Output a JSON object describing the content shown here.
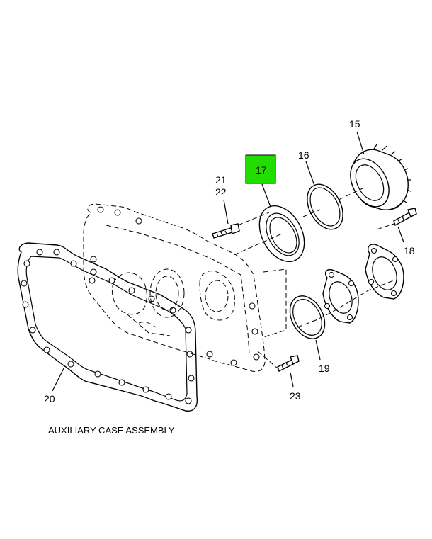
{
  "caption": "AUXILIARY CASE ASSEMBLY",
  "highlight_color": "#22dd00",
  "callouts": {
    "c15": "15",
    "c16": "16",
    "c17": "17",
    "c18": "18",
    "c19": "19",
    "c20": "20",
    "c21": "21",
    "c22": "22",
    "c23": "23"
  },
  "highlighted_callout": "17"
}
